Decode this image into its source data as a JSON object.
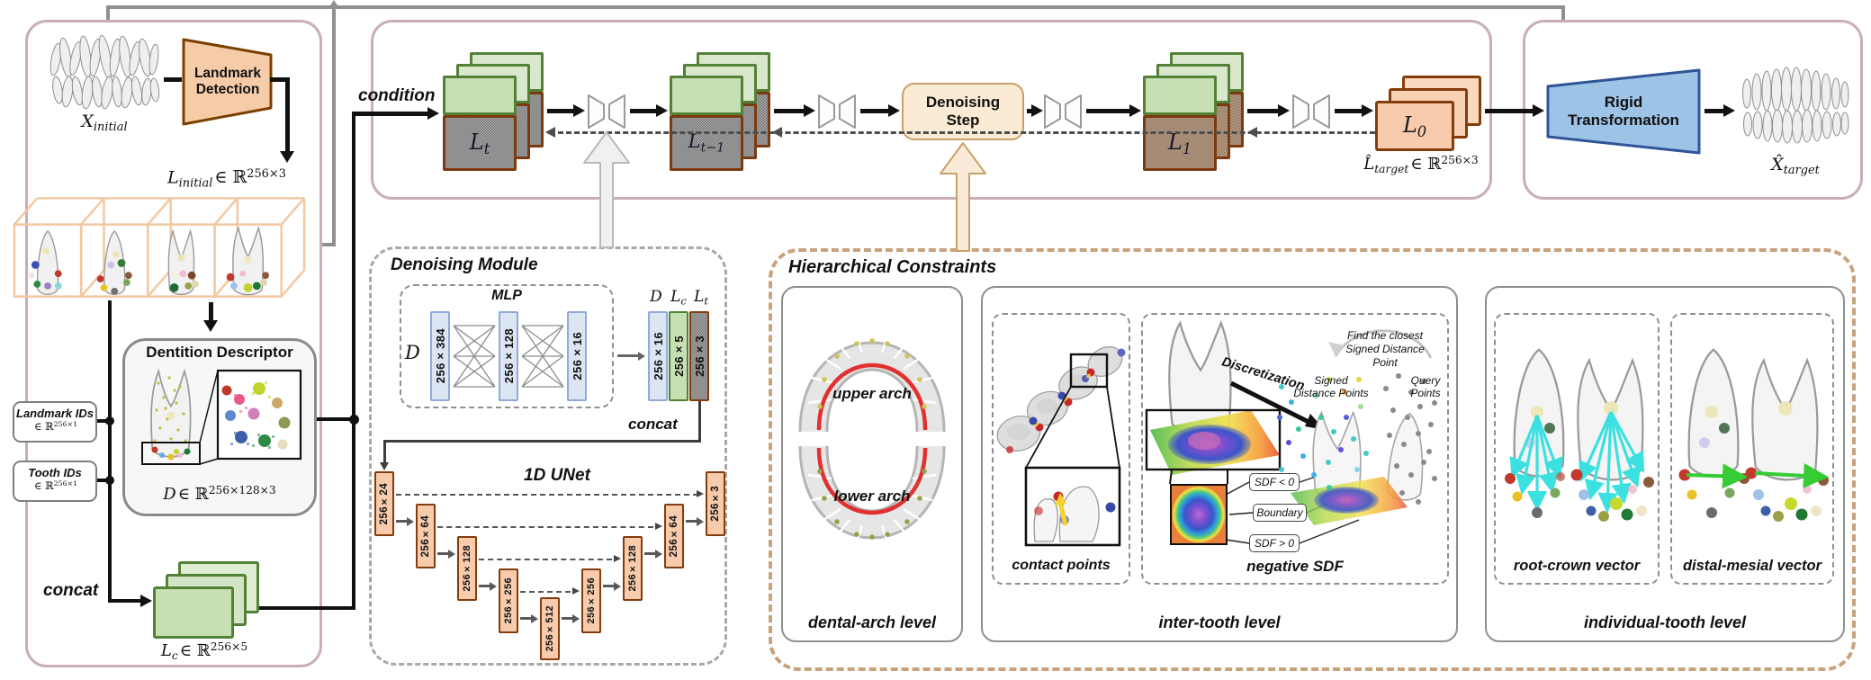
{
  "colors": {
    "panel_border": "#C9AEB6",
    "module_border": "#A8A8A8",
    "constraints_border": "#C8A27C",
    "green_fill": "#C6E0B4",
    "green_border": "#538135",
    "orange_fill": "#F8CBAD",
    "orange_border": "#843C0C",
    "blue_fill": "#DCE6F2",
    "blue_border": "#8FAADC",
    "cream_fill": "#FAEBD8",
    "cream_border": "#C9A06A",
    "rigid_fill": "#9DC3E6",
    "rigid_border": "#2E5597",
    "trapezoid_fill": "#F6CCA8",
    "trapezoid_border": "#7B3F00",
    "arch_curve": "#E03030",
    "root_crown_vector": "#3BE0E0",
    "distal_mesial_vector": "#35CC35"
  },
  "left_panel": {
    "x_initial": {
      "base": "X",
      "sub": "initial"
    },
    "landmark_detection": {
      "line1": "Landmark",
      "line2": "Detection"
    },
    "l_initial": {
      "base": "L",
      "sub": "initial",
      "set": "∈ ℝ",
      "sup": "256×3"
    },
    "landmark_ids": {
      "name": "Landmark IDs",
      "set": "∈ ℝ",
      "sup": "256×1"
    },
    "tooth_ids": {
      "name": "Tooth IDs",
      "set": "∈ ℝ",
      "sup": "256×1"
    },
    "descriptor": {
      "title": "Dentition Descriptor",
      "d_base": "D",
      "d_set": "∈ ℝ",
      "d_sup": "256×128×3"
    },
    "concat": "concat",
    "l_c": {
      "base": "L",
      "sub": "c",
      "set": "∈ ℝ",
      "sup": "256×5"
    }
  },
  "diffusion_panel": {
    "condition": "condition",
    "l_t": {
      "base": "L",
      "sub": "t"
    },
    "l_t1": {
      "base": "L",
      "sub": "t−1"
    },
    "denoising_step": {
      "line1": "Denoising",
      "line2": "Step"
    },
    "l_1": {
      "base": "L",
      "sub": "1"
    },
    "l_0": {
      "base": "L",
      "sub": "0"
    },
    "l_target": {
      "base": "L̂",
      "sub": "target",
      "set": "∈ ℝ",
      "sup": "256×3"
    }
  },
  "output_panel": {
    "rigid": {
      "line1": "Rigid",
      "line2": "Transformation"
    },
    "x_target": {
      "base": "X̂",
      "sub": "target"
    }
  },
  "denoising_module": {
    "title": "Denoising Module",
    "mlp": {
      "title": "MLP",
      "input": "D",
      "layers": [
        "256×384",
        "256×128",
        "256×16"
      ]
    },
    "stack": {
      "d": "D",
      "lc_base": "L",
      "lc_sub": "c",
      "lt_base": "L",
      "lt_sub": "t",
      "dims": [
        "256×16",
        "256×5",
        "256×3"
      ]
    },
    "concat": "concat",
    "unet": {
      "title": "1D UNet",
      "encoder": [
        "256×24",
        "256×64",
        "256×128",
        "256×256",
        "256×512"
      ],
      "decoder": [
        "256×256",
        "256×128",
        "256×64",
        "256×3"
      ]
    }
  },
  "constraints_panel": {
    "title": "Hierarchical Constraints",
    "dental_arch": {
      "upper": "upper arch",
      "lower": "lower arch",
      "caption": "dental-arch level"
    },
    "inter_tooth": {
      "contact_caption": "contact points",
      "sdf_caption": "negative SDF",
      "caption": "inter-tooth level",
      "discretization": "Discretization",
      "find_note": "Find the closest Signed Distance Point",
      "signed_points": "Signed Distance Points",
      "query_points": "Query Points",
      "chip_neg": "SDF < 0",
      "chip_boundary": "Boundary",
      "chip_pos": "SDF > 0"
    },
    "individual": {
      "root_crown": "root-crown vector",
      "distal_mesial": "distal-mesial vector",
      "caption": "individual-tooth level"
    }
  }
}
